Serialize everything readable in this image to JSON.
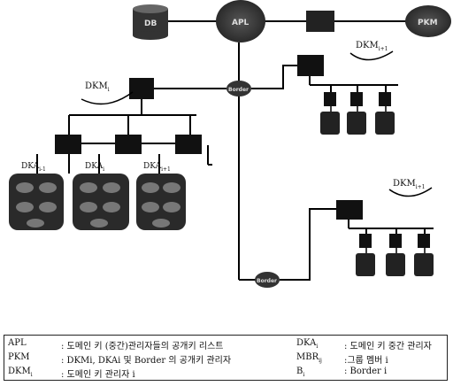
{
  "nodes": {
    "db": "DB",
    "apl": "APL",
    "pkm": "PKM",
    "border1": "Border",
    "border2": "Border"
  },
  "labels": {
    "dkm_i": "DKM",
    "dkm_i_sub": "i",
    "dkm_i1": "DKM",
    "dkm_i1_sub": "i+1",
    "dkm_i1b": "DKM",
    "dkm_i1b_sub": "i+1",
    "dka_left": "DKA",
    "dka_left_sub": "i-1",
    "dka_mid": "DKA",
    "dka_mid_sub": "i",
    "dka_right": "DKA",
    "dka_right_sub": "i+1"
  },
  "legend": {
    "rows": [
      {
        "k1": "APL",
        "v1": ": 도메인 키 (중간)관리자들의 공개키 리스트",
        "k2": "DKA",
        "k2_sub": "i",
        "v2": ": 도메인 키 중간 관리자"
      },
      {
        "k1": "PKM",
        "v1": ": DKMi, DKAi 및 Border 의 공개키 관리자",
        "k2": "MBR",
        "k2_sub": "ij",
        "v2": ":그룹 멤버 i"
      },
      {
        "k1": "DKM",
        "k1_sub": "i",
        "v1": ": 도메인 키 관리자 i",
        "k2": "B",
        "k2_sub": "i",
        "v2": ": Border i"
      }
    ]
  }
}
